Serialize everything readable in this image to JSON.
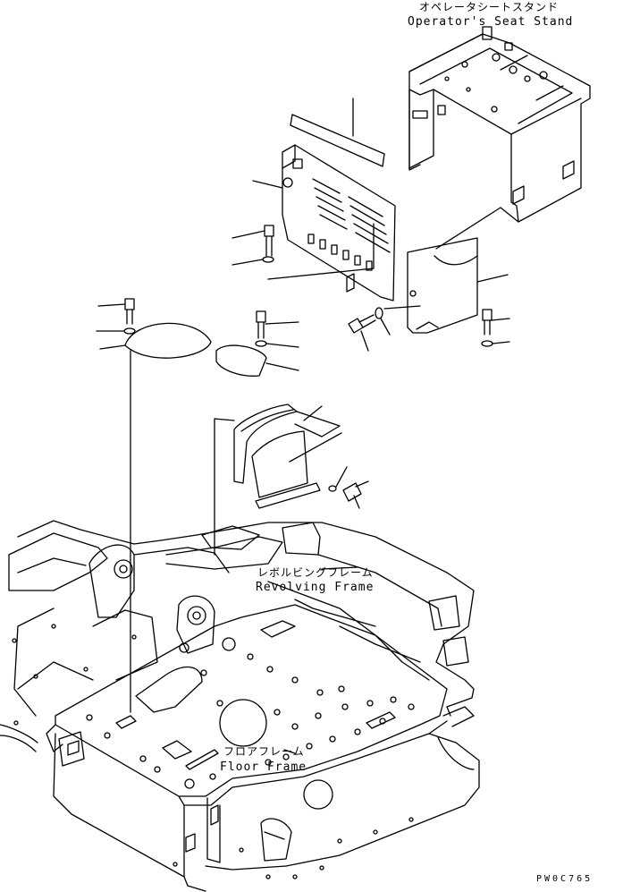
{
  "labels": {
    "seat_stand_jp": "オペレータシートスタンド",
    "seat_stand_en": "Operator's Seat Stand",
    "revolving_frame_jp": "レボルビングフレーム",
    "revolving_frame_en": "Revolving Frame",
    "floor_frame_jp": "フロアフレーム",
    "floor_frame_en": "Floor Frame",
    "drawing_code": "PW0C765"
  },
  "colors": {
    "line": "#000000",
    "paper": "#ffffff"
  }
}
